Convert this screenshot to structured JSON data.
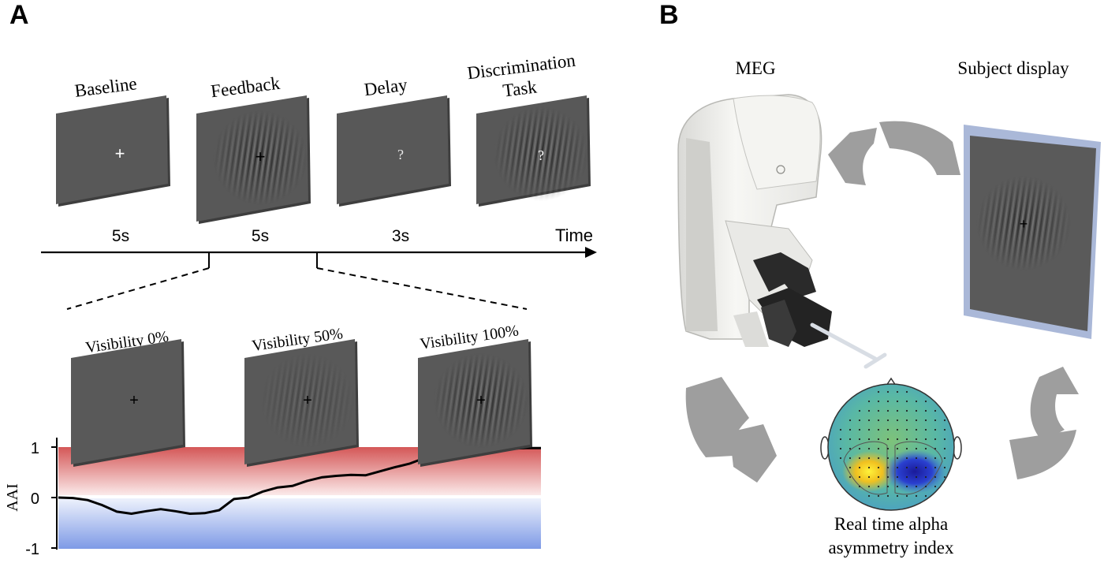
{
  "panel_a": {
    "letter": "A",
    "stages": [
      "Baseline",
      "Feedback",
      "Delay",
      "Discrimination",
      "Task"
    ],
    "durations": [
      "5s",
      "5s",
      "3s"
    ],
    "time_label": "Time",
    "visibility_labels": [
      "Visibility 0%",
      "Visibility 50%",
      "Visibility 100%"
    ],
    "screen_symbols": [
      "+",
      "+",
      "?",
      "?"
    ],
    "zoom_symbols": [
      "+",
      "+",
      "+"
    ]
  },
  "panel_b": {
    "letter": "B",
    "meg_label": "MEG",
    "display_label": "Subject display",
    "aai_label_line1": "Real time alpha",
    "aai_label_line2": "asymmetry index"
  },
  "chart_data": {
    "type": "line",
    "ylabel": "AAI",
    "yticks": [
      "1",
      "0",
      "-1"
    ],
    "ylim": [
      -1,
      1
    ],
    "y": [
      0.0,
      -0.01,
      -0.05,
      -0.15,
      -0.28,
      -0.32,
      -0.27,
      -0.23,
      -0.27,
      -0.32,
      -0.31,
      -0.25,
      -0.03,
      0.0,
      0.12,
      0.2,
      0.23,
      0.33,
      0.4,
      0.43,
      0.45,
      0.44,
      0.52,
      0.6,
      0.67,
      0.78,
      0.87,
      0.98,
      0.99,
      0.96,
      0.95,
      0.97,
      0.98,
      0.98
    ],
    "colors": {
      "positive_band": "#d45757",
      "negative_band": "#6f8fe0",
      "line": "#000000"
    }
  }
}
